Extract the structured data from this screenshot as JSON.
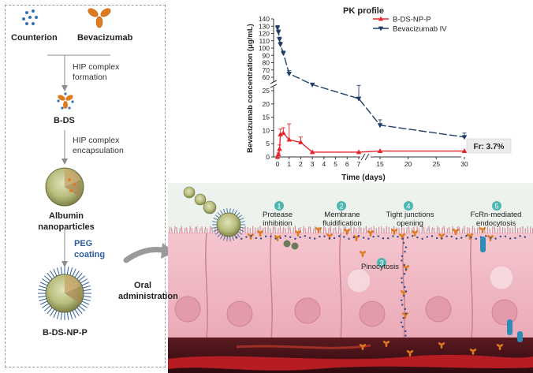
{
  "flow": {
    "counterion": "Counterion",
    "bevacizumab": "Bevacizumab",
    "step1_line1": "HIP complex",
    "step1_line2": "formation",
    "bds": "B-DS",
    "step2_line1": "HIP complex",
    "step2_line2": "encapsulation",
    "albumin_line1": "Albumin",
    "albumin_line2": "nanoparticles",
    "peg_line1": "PEG",
    "peg_line2": "coating",
    "bdsnpp": "B-DS-NP-P",
    "oral_line1": "Oral",
    "oral_line2": "administration"
  },
  "tissue": {
    "steps": [
      {
        "num": "1",
        "line1": "Protease",
        "line2": "inhibition"
      },
      {
        "num": "2",
        "line1": "Membrane",
        "line2": "fluidification"
      },
      {
        "num": "3",
        "line1": "Pinocytosis",
        "line2": ""
      },
      {
        "num": "4",
        "line1": "Tight junctions",
        "line2": "opening"
      },
      {
        "num": "5",
        "line1": "FcRn-mediated",
        "line2": "endocytosis"
      }
    ]
  },
  "colors": {
    "red_series": "#e8262d",
    "blue_series": "#1f3f66",
    "cell": "#f2b9c4",
    "cell_dark": "#d98a9c",
    "step_badge": "#4fb5b0",
    "peg_text": "#2f5d9a",
    "blood": "#b51d22"
  },
  "chart_data": {
    "type": "line",
    "title": "PK profile",
    "xlabel": "Time (days)",
    "ylabel": "Bevacizumab concentration (μg/mL)",
    "x_ticks": [
      "0",
      "1",
      "2",
      "3",
      "4",
      "5",
      "6",
      "7",
      "15",
      "20",
      "25",
      "30"
    ],
    "y_ticks_upper": [
      "60",
      "70",
      "80",
      "90",
      "100",
      "110",
      "120",
      "130",
      "140"
    ],
    "y_ticks_lower": [
      "0",
      "5",
      "10",
      "15",
      "20",
      "25"
    ],
    "axis_break": true,
    "legend_position": "top-right",
    "annotation": "Fr: 3.7%",
    "series": [
      {
        "name": "B-DS-NP-P",
        "color": "#e8262d",
        "marker": "triangle-up",
        "x": [
          0,
          0.08,
          0.17,
          0.25,
          0.5,
          1,
          2,
          3,
          7,
          15,
          30
        ],
        "y": [
          0,
          1,
          3,
          8.5,
          9,
          6.5,
          5.5,
          1.8,
          1.8,
          2.2,
          2.2
        ],
        "err": [
          0,
          0.5,
          1.5,
          2,
          2,
          6,
          2,
          0.3,
          0.3,
          0.3,
          0.3
        ]
      },
      {
        "name": "Bevacizumab IV",
        "color": "#1f3f66",
        "marker": "triangle-down",
        "x": [
          0,
          0.08,
          0.17,
          0.25,
          0.5,
          1,
          3,
          7,
          15,
          30
        ],
        "y": [
          128,
          122,
          112,
          105,
          93,
          65,
          50,
          22,
          12,
          7.5
        ],
        "err": [
          3,
          3,
          3,
          3,
          3,
          4,
          2,
          5,
          2,
          1.5
        ]
      }
    ]
  }
}
